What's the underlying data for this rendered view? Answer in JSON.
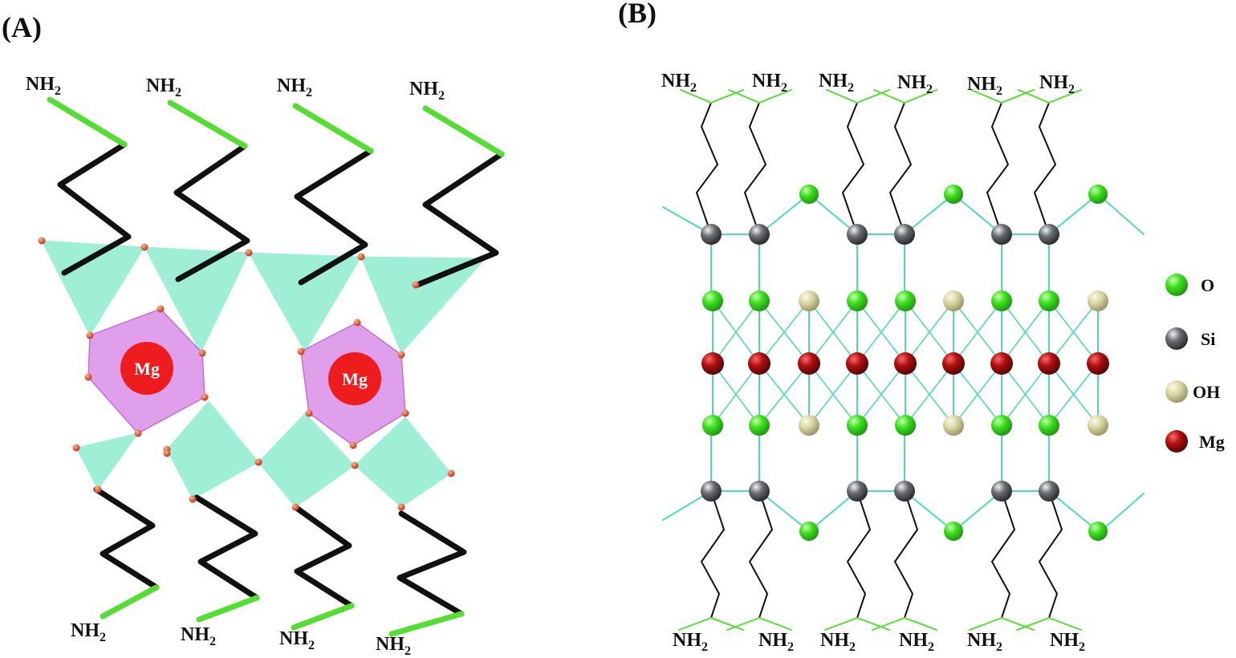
{
  "panels": {
    "a": {
      "label": "(A)",
      "mg_label": "Mg"
    },
    "b": {
      "label": "(B)"
    }
  },
  "amine": {
    "main": "NH",
    "sub": "2"
  },
  "legend": [
    {
      "label": "O",
      "color": "#3ee01f"
    },
    {
      "label": "Si",
      "color": "#5f6266"
    },
    {
      "label": "OH",
      "color": "#d8d3a0"
    },
    {
      "label": "Mg",
      "color": "#b01010"
    }
  ],
  "colors": {
    "chain": "#111111",
    "amine_bond": "#55dd33",
    "tetrahedron": "#7fe8c8",
    "octahedron": "#d98ee8",
    "mg_disk": "#ee1c1c",
    "bond": "#4fd9b8"
  }
}
